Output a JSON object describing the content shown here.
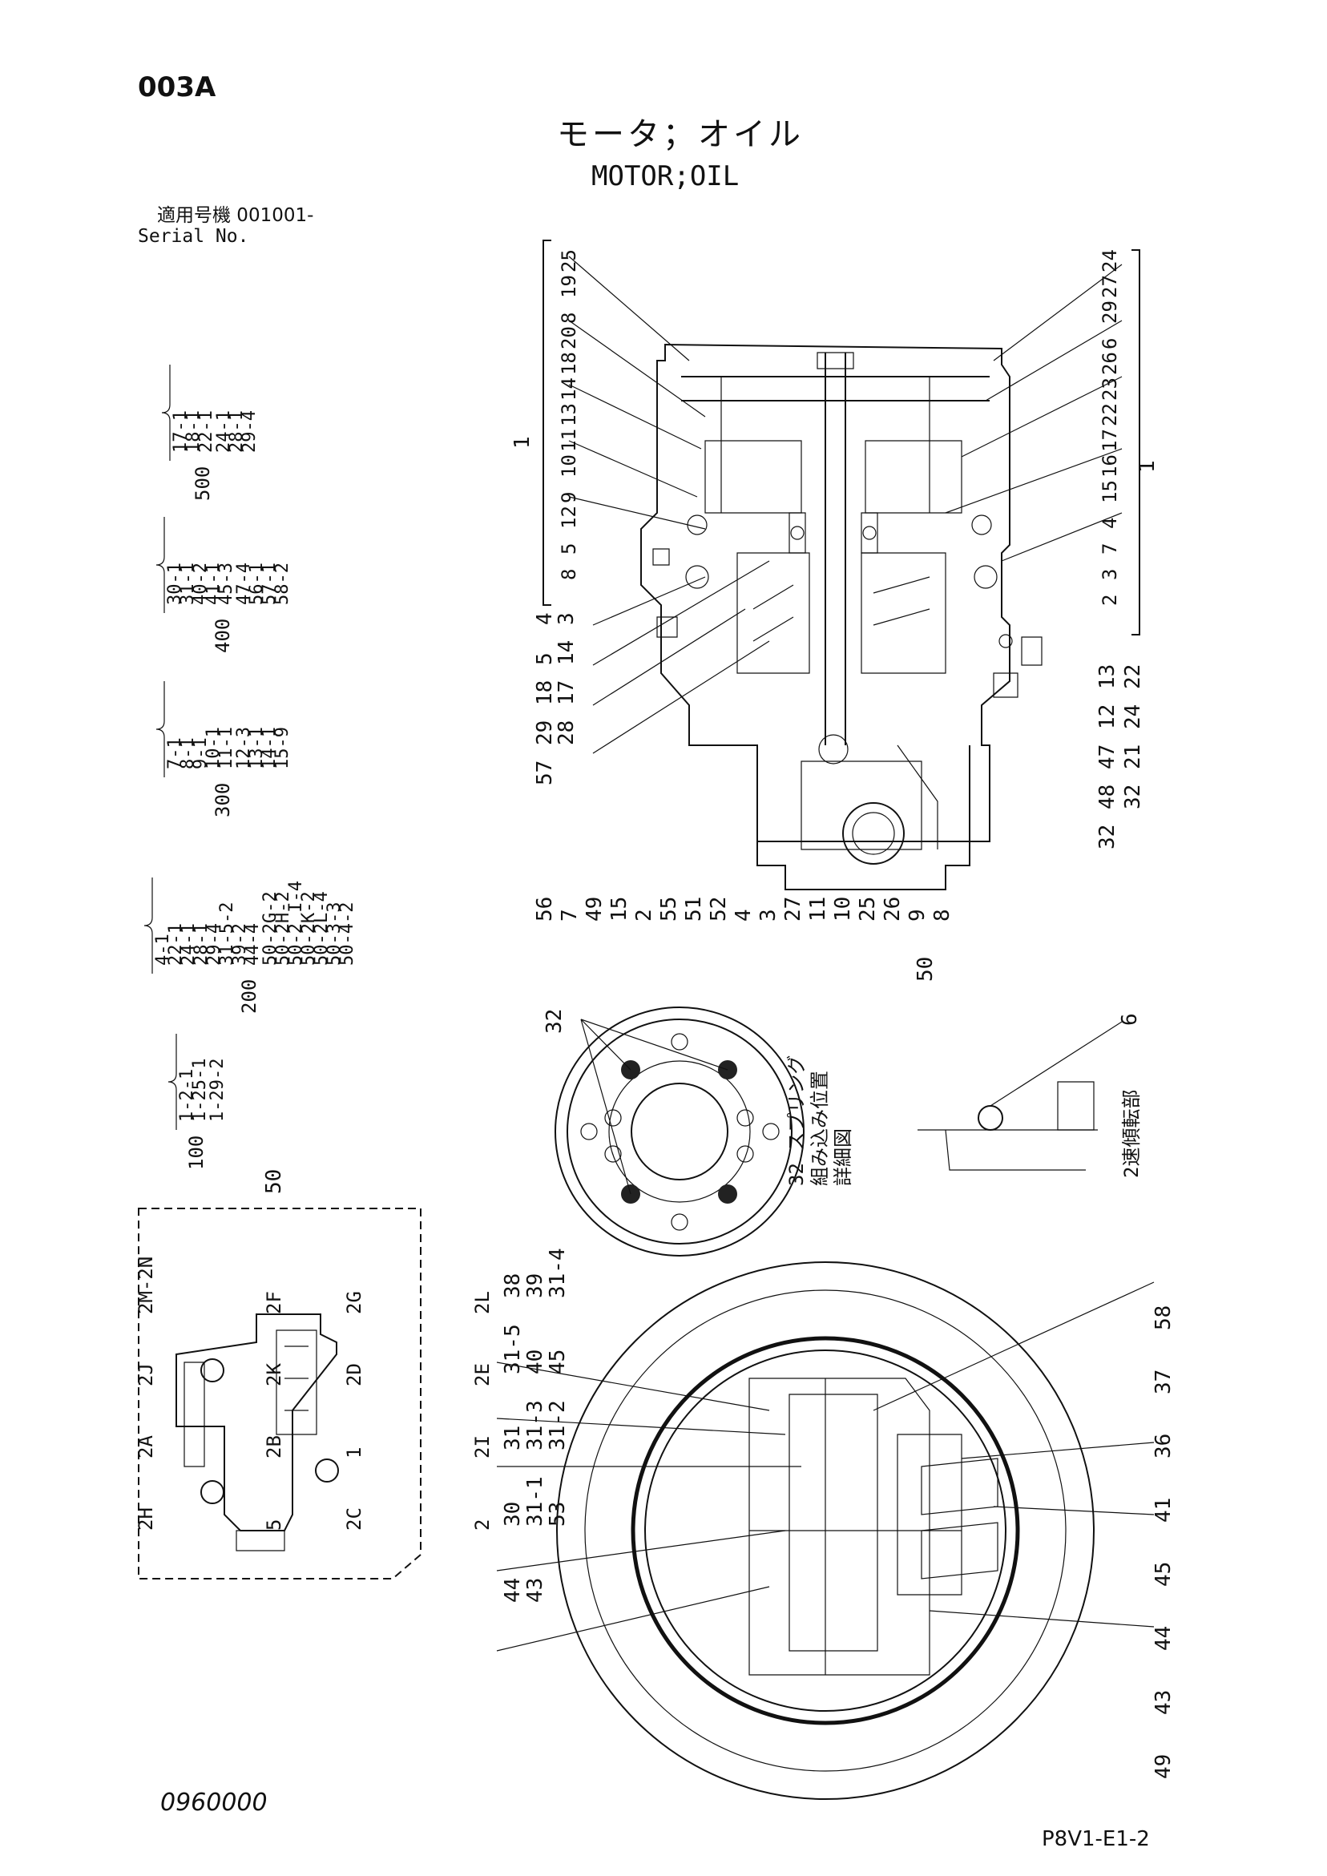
{
  "header": {
    "page_code": "003A",
    "title_jp": "モータ；オイル",
    "title_en": "MOTOR;OIL",
    "serial_label_jp": "適用号機  001001-",
    "serial_label_en": "Serial No."
  },
  "footer": {
    "catalog_number": "0960000",
    "page_ref": "P8V1-E1-2"
  },
  "kits": [
    {
      "id": "500",
      "parts": [
        "17-1",
        "18-1",
        "22-1",
        "24-1",
        "28-1",
        "29-4"
      ]
    },
    {
      "id": "400",
      "parts": [
        "30-1",
        "31-1",
        "40-2",
        "41-1",
        "45-3",
        "47-4",
        "56-1",
        "57-1",
        "58-2"
      ]
    },
    {
      "id": "300",
      "parts": [
        "7-1",
        "8-1",
        "9-1",
        "10-1",
        "11-1",
        "12-3",
        "13-1",
        "14-1",
        "15-9"
      ]
    },
    {
      "id": "200",
      "parts": [
        "4-1",
        "22-1",
        "24-1",
        "28-1",
        "29-4",
        "31-5-2",
        "39-2",
        "44-4",
        "50-2G-2",
        "50-2H-2",
        "50-2 I-4",
        "50-2K-2",
        "50-2L-4",
        "50-3-3",
        "50-4-2"
      ]
    },
    {
      "id": "100",
      "parts": [
        "1-2-1",
        "1-25-1",
        "1-29-2"
      ]
    }
  ],
  "callouts": {
    "upper_top_left": [
      "25",
      "19",
      "8",
      "20",
      "18",
      "14",
      "13",
      "11",
      "10",
      "9",
      "12",
      "5",
      "8"
    ],
    "upper_top_right": [
      "24",
      "27",
      "29",
      "6",
      "26",
      "23",
      "22",
      "17",
      "16",
      "15",
      "4",
      "7",
      "3",
      "2"
    ],
    "upper_group_left": "1",
    "upper_group_right": "1",
    "upper_left_column": [
      "4",
      "3",
      "5",
      "14",
      "18",
      "17",
      "29",
      "28",
      "57"
    ],
    "upper_bottom": [
      "56",
      "7",
      "49",
      "15",
      "2",
      "55",
      "51",
      "52",
      "4",
      "3",
      "27",
      "11",
      "10",
      "25",
      "26",
      "9",
      "8"
    ],
    "upper_right_column": [
      "13",
      "22",
      "12",
      "24",
      "47",
      "21",
      "48",
      "32",
      "32"
    ],
    "group_50": "50",
    "spring_detail": {
      "ref": "32",
      "caption": [
        "32 スプリング",
        "組み込み位置",
        "詳細図"
      ]
    },
    "speed_detail": {
      "ref": "6",
      "caption": "2速傾転部"
    },
    "valve_group": "50",
    "valve_callouts": [
      "2M-2N",
      "2F",
      "2G",
      "2L",
      "2J",
      "2K",
      "2D",
      "2E",
      "2A",
      "2B",
      "1",
      "2I",
      "2H",
      "5",
      "2C",
      "2"
    ],
    "lower_left": [
      "38",
      "39",
      "31-4",
      "31-5",
      "40",
      "45",
      "31",
      "31-3",
      "31-2",
      "30",
      "31-1",
      "53",
      "44",
      "43"
    ],
    "lower_right": [
      "58",
      "37",
      "36",
      "41",
      "45",
      "44",
      "43",
      "49"
    ]
  }
}
